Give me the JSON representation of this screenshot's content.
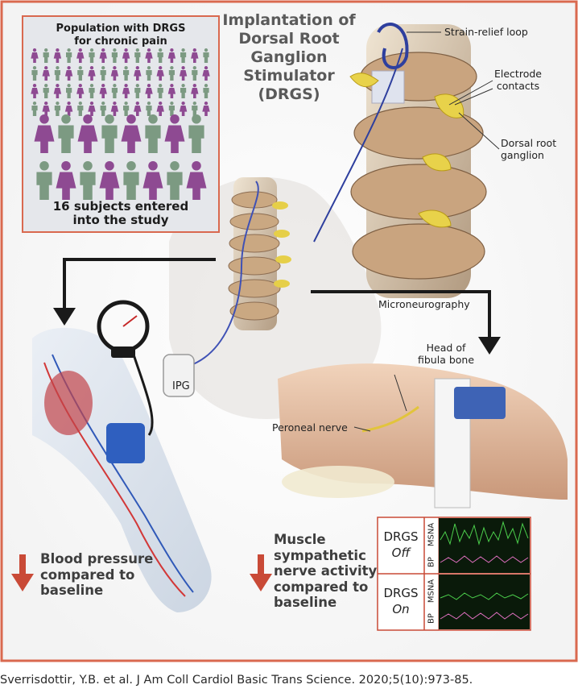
{
  "population_box": {
    "title_line1": "Population with DRGS",
    "title_line2": "for chronic pain",
    "footer_line1": "16 subjects entered",
    "footer_line2": "into the study"
  },
  "title": {
    "line1": "Implantation of",
    "line2": "Dorsal Root",
    "line3": "Ganglion",
    "line4": "Stimulator",
    "line5": "(DRGS)"
  },
  "callouts": {
    "strain_relief": "Strain-relief loop",
    "electrode_line1": "Electrode",
    "electrode_line2": "contacts",
    "drg_line1": "Dorsal root",
    "drg_line2": "ganglion",
    "microneurography": "Microneurography",
    "fibula_line1": "Head of",
    "fibula_line2": "fibula bone",
    "peroneal": "Peroneal nerve",
    "ipg": "IPG"
  },
  "outcomes": {
    "bp_line1": "Blood pressure",
    "bp_line2": "compared to",
    "bp_line3": "baseline",
    "msna_line1": "Muscle",
    "msna_line2": "sympathetic",
    "msna_line3": "nerve activity",
    "msna_line4": "compared to",
    "msna_line5": "baseline"
  },
  "recording_panel": {
    "off_label": "DRGS",
    "off_state": "Off",
    "on_label": "DRGS",
    "on_state": "On",
    "trace_top": "MSNA",
    "trace_bottom": "BP"
  },
  "colors": {
    "frame": "#d9694f",
    "female_icon": "#8e4a92",
    "male_icon": "#7c9a82",
    "down_arrow": "#c94a37",
    "trace_bg": "#0a1a0a",
    "trace_green": "#4cd04c",
    "trace_pink": "#e070c0"
  },
  "citation": "Sverrisdottir, Y.B. et al. J Am Coll Cardiol Basic Trans Science. 2020;5(10):973-85."
}
